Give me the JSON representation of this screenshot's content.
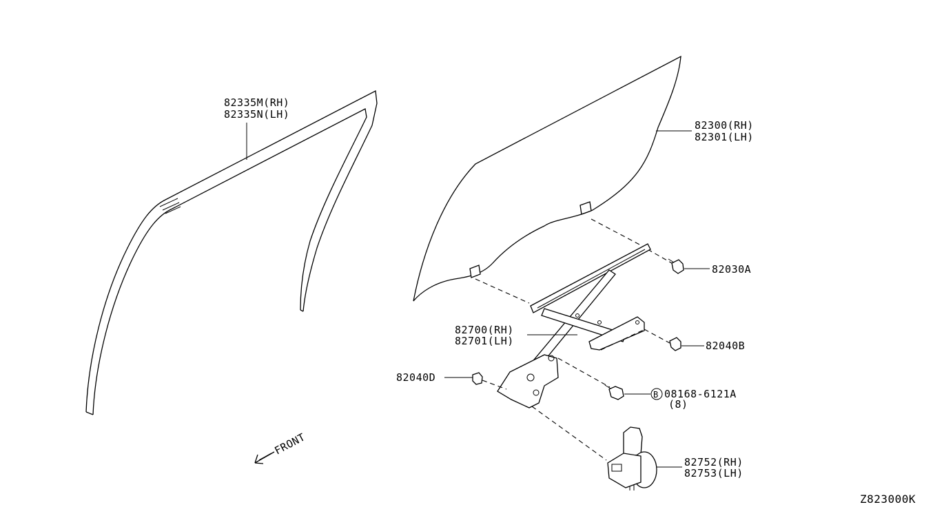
{
  "diagram_code": "Z823000K",
  "front_label": "FRONT",
  "callouts": {
    "sash_rh": "82335M(RH)",
    "sash_lh": "82335N(LH)",
    "glass_rh": "82300(RH)",
    "glass_lh": "82301(LH)",
    "bolt_a": "82030A",
    "bolt_b": "82040B",
    "regulator_rh": "82700(RH)",
    "regulator_lh": "82701(LH)",
    "bolt_d": "82040D",
    "bolt_circle": "B",
    "bolt_part": "08168-6121A",
    "bolt_qty": "(8)",
    "motor_rh": "82752(RH)",
    "motor_lh": "82753(LH)"
  }
}
